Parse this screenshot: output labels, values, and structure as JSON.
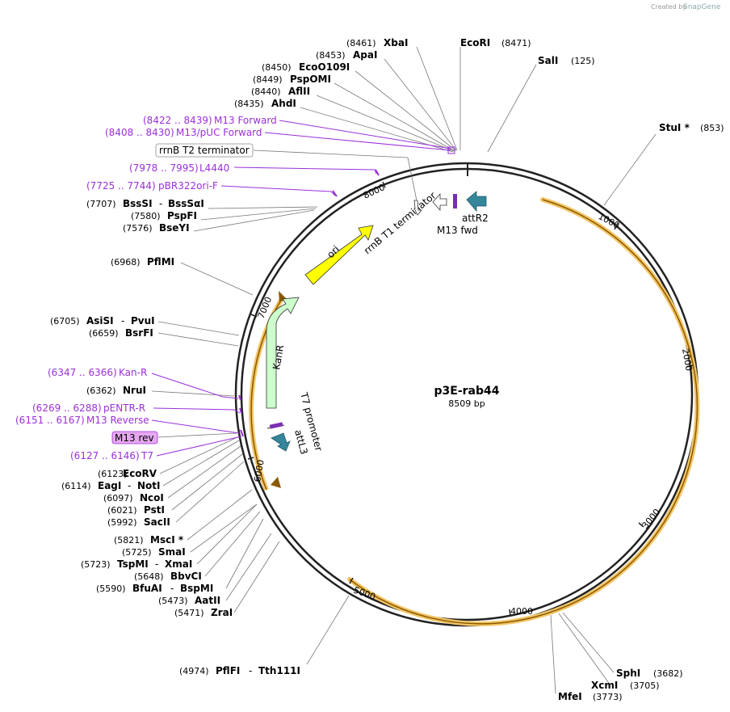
{
  "credit": {
    "prefix": "Created by",
    "brand": "SnapGene"
  },
  "plasmid": {
    "name": "p3E-rab44",
    "length": "8509 bp"
  },
  "ticks": [
    "1000",
    "2000",
    "3000",
    "4000",
    "5000",
    "6000",
    "7000",
    "8000"
  ],
  "features": {
    "ori": "ori",
    "kanr": "KanR",
    "rrnb_t1": "rrnB T1 terminator",
    "rrnb_t2": "rrnB T2 terminator",
    "m13_fwd": "M13 fwd",
    "attr2": "attR2",
    "t7_promoter": "T7 promoter",
    "attl3": "attL3",
    "m13_rev": "M13 rev"
  },
  "enzymes": {
    "xbai": {
      "pos": "(8461)",
      "name": "XbaI"
    },
    "apai": {
      "pos": "(8453)",
      "name": "ApaI"
    },
    "ecoo109i": {
      "pos": "(8450)",
      "name": "EcoO109I"
    },
    "pspomi": {
      "pos": "(8449)",
      "name": "PspOMI"
    },
    "aflii": {
      "pos": "(8440)",
      "name": "AflII"
    },
    "ahdi": {
      "pos": "(8435)",
      "name": "AhdI"
    },
    "ecori": {
      "pos": "(8471)",
      "name": "EcoRI"
    },
    "sali": {
      "pos": "(125)",
      "name": "SalI"
    },
    "stui": {
      "pos": "(853)",
      "name": "StuI *"
    },
    "bsssi": {
      "pos": "(7707)",
      "name": "BssSI",
      "name2": "BssSαI"
    },
    "pspfi": {
      "pos": "(7580)",
      "name": "PspFI"
    },
    "bseyi": {
      "pos": "(7576)",
      "name": "BseYI"
    },
    "pflmi": {
      "pos": "(6968)",
      "name": "PflMI"
    },
    "asisi": {
      "pos": "(6705)",
      "name": "AsiSI",
      "name2": "PvuI"
    },
    "bsrfi": {
      "pos": "(6659)",
      "name": "BsrFI"
    },
    "nrui": {
      "pos": "(6362)",
      "name": "NruI"
    },
    "ecorv": {
      "pos": "(6123)",
      "name": "EcoRV"
    },
    "eagi": {
      "pos": "(6114)",
      "name": "EagI",
      "name2": "NotI"
    },
    "ncoi": {
      "pos": "(6097)",
      "name": "NcoI"
    },
    "psti": {
      "pos": "(6021)",
      "name": "PstI"
    },
    "sacii": {
      "pos": "(5992)",
      "name": "SacII"
    },
    "msci": {
      "pos": "(5821)",
      "name": "MscI *"
    },
    "smai": {
      "pos": "(5725)",
      "name": "SmaI"
    },
    "tspmi": {
      "pos": "(5723)",
      "name": "TspMI",
      "name2": "XmaI"
    },
    "bbvci": {
      "pos": "(5648)",
      "name": "BbvCI"
    },
    "bfuai": {
      "pos": "(5590)",
      "name": "BfuAI",
      "name2": "BspMI"
    },
    "aatii": {
      "pos": "(5473)",
      "name": "AatII"
    },
    "zrai": {
      "pos": "(5471)",
      "name": "ZraI"
    },
    "pflfi": {
      "pos": "(4974)",
      "name": "PflFI",
      "name2": "Tth111I"
    },
    "sphi": {
      "pos": "(3682)",
      "name": "SphI"
    },
    "xcmi": {
      "pos": "(3705)",
      "name": "XcmI"
    },
    "mfei": {
      "pos": "(3773)",
      "name": "MfeI"
    }
  },
  "primers": {
    "m13_forward": {
      "range": "(8422 .. 8439)",
      "name": "M13 Forward"
    },
    "m13_puc_forward": {
      "range": "(8408 .. 8430)",
      "name": "M13/pUC Forward"
    },
    "l4440": {
      "range": "(7978 .. 7995)",
      "name": "L4440"
    },
    "pbr322ori_f": {
      "range": "(7725 .. 7744)",
      "name": "pBR322ori-F"
    },
    "kan_r": {
      "range": "(6347 .. 6366)",
      "name": "Kan-R"
    },
    "pentr_r": {
      "range": "(6269 .. 6288)",
      "name": "pENTR-R"
    },
    "m13_reverse": {
      "range": "(6151 .. 6167)",
      "name": "M13 Reverse"
    },
    "t7": {
      "range": "(6127 .. 6146)",
      "name": "T7"
    }
  },
  "colors": {
    "ori": "#ffff00",
    "kanr": "#ccffcc",
    "orf": "#f3c566",
    "att": "#35869b",
    "primer": "#9b30d9",
    "m13_rev_box": "#e6a8f0"
  }
}
